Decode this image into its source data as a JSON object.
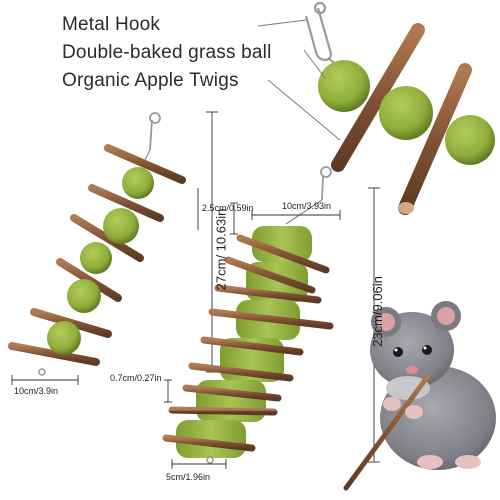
{
  "callouts": {
    "metal_hook": "Metal Hook",
    "grass_ball": "Double-baked grass ball",
    "apple_twigs": "Organic Apple Twigs"
  },
  "dimensions": {
    "left_length": "27cm/ 10.63in",
    "left_width": "10cm/3.9in",
    "right_length": "23cm/9.06in",
    "right_top_width": "10cm/3.93in",
    "right_thickness_top": "2.5cm/0.59in",
    "right_thickness_mid": "0.7cm/0.27in",
    "right_bottom_width": "5cm/1.96in"
  },
  "colors": {
    "wood": "#8a5a3c",
    "wood_dark": "#5e3a24",
    "wood_light": "#c89a72",
    "grass": "#8fae3c",
    "grass_dark": "#6f8f2a",
    "hook": "#9a9a9a",
    "hamster_fur": "#8a8a8f",
    "hamster_ear": "#d9a3a3",
    "text": "#2b2b2b"
  },
  "icons": [
    "metal-hook-icon",
    "grass-ball-icon",
    "apple-twig-icon",
    "hamster-illustration"
  ]
}
